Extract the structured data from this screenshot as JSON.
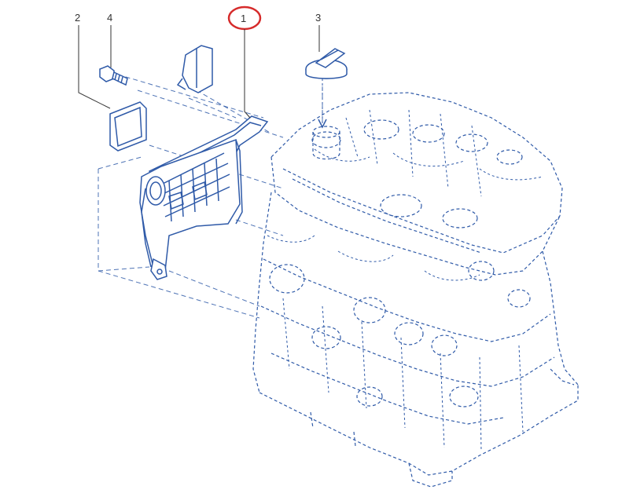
{
  "callouts": [
    {
      "id": "1",
      "label": "1",
      "highlighted": true
    },
    {
      "id": "2",
      "label": "2",
      "highlighted": false
    },
    {
      "id": "3",
      "label": "3",
      "highlighted": false
    },
    {
      "id": "4",
      "label": "4",
      "highlighted": false
    }
  ],
  "colors": {
    "part_line": "#2f5aa8",
    "leader_line": "#333333",
    "highlight_ring": "#d62b2b",
    "background": "#ffffff"
  }
}
